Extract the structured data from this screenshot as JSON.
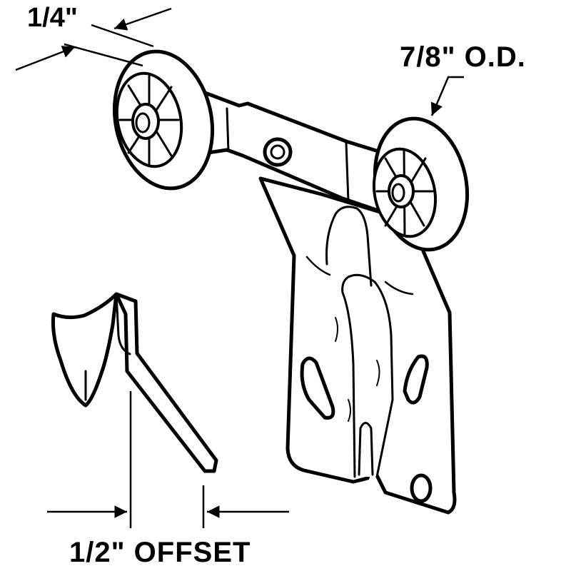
{
  "labels": {
    "thickness": "1/4\"",
    "outer_diameter": "7/8\" O.D.",
    "offset": "1/2\" OFFSET"
  },
  "colors": {
    "line": "#000000",
    "fill": "#ffffff"
  }
}
